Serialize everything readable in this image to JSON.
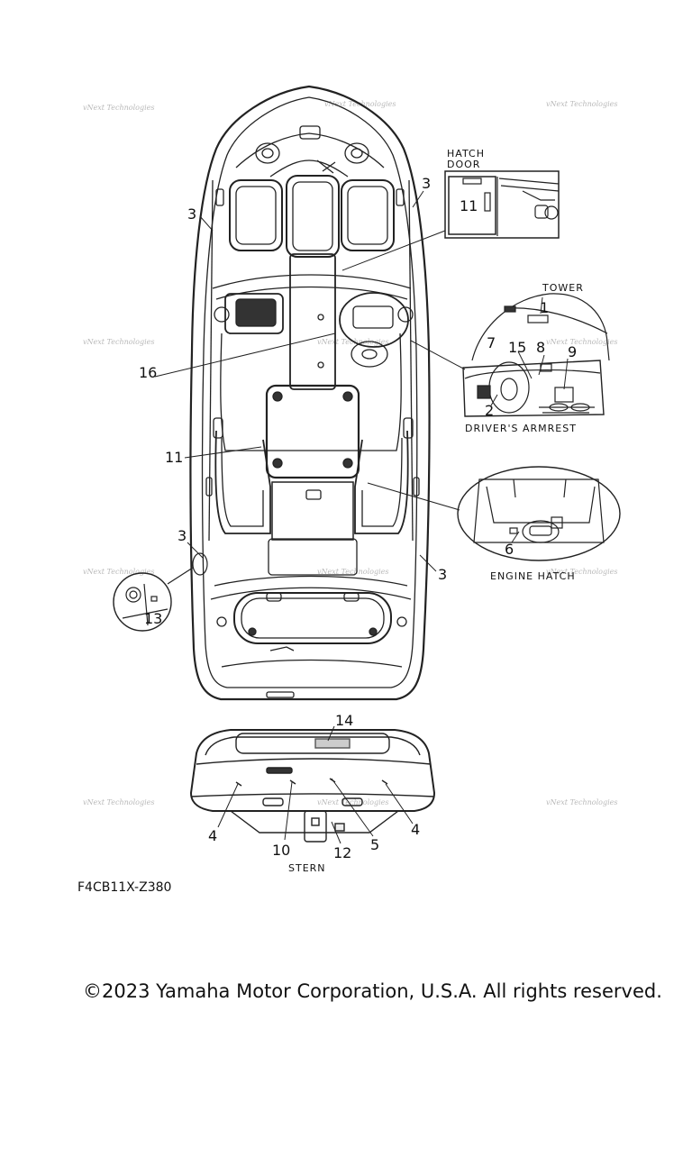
{
  "diagram": {
    "callouts": {
      "c1": "1",
      "c2": "2",
      "c3a": "3",
      "c3b": "3",
      "c3c": "3",
      "c3d": "3",
      "c4a": "4",
      "c4b": "4",
      "c5": "5",
      "c6": "6",
      "c7": "7",
      "c8": "8",
      "c9": "9",
      "c10": "10",
      "c11a": "11",
      "c11b": "11",
      "c12": "12",
      "c13": "13",
      "c14": "14",
      "c15": "15",
      "c16": "16"
    },
    "labels": {
      "hatch_door_line1": "HATCH",
      "hatch_door_line2": "DOOR",
      "tower": "TOWER",
      "drivers_armrest": "DRIVER'S ARMREST",
      "engine_hatch": "ENGINE HATCH",
      "stern": "STERN"
    },
    "watermark": "vNext Technologies"
  },
  "figure_code": "F4CB11X-Z380",
  "copyright": "©2023 Yamaha Motor Corporation, U.S.A. All rights reserved."
}
